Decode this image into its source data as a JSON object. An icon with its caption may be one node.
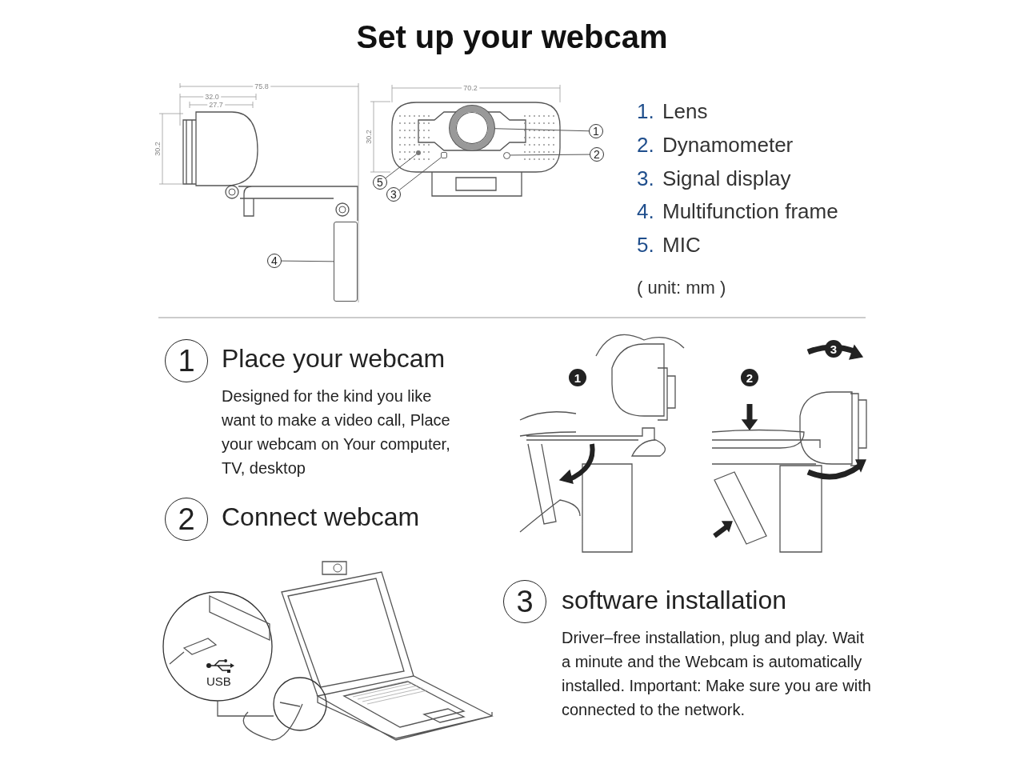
{
  "diagram": {
    "title": "Set up your webcam",
    "nodes": [
      {
        "text": [
          "1"
        ]
      },
      {
        "text": [
          "2"
        ]
      },
      {
        "text": [
          "5"
        ]
      },
      {
        "text": [
          "3"
        ]
      },
      {
        "text": [
          "4"
        ]
      },
      {
        "text": [],
        "shape": "circle"
      },
      {
        "text": [],
        "shape": "circle"
      },
      {
        "text": [],
        "shape": "circle"
      },
      {
        "text": [],
        "shape": "box"
      },
      {
        "text": [],
        "shape": "box"
      },
      {
        "text": [
          "1"
        ],
        "beside": [
          "Place your webcam",
          "Designed for the kind you like want to make a video call, Place your webcam on Your computer, TV, desktop"
        ]
      },
      {
        "text": [
          "2"
        ],
        "beside": [
          "Connect webcam"
        ]
      },
      {
        "text": [
          "1"
        ]
      },
      {
        "text": [
          "2"
        ]
      },
      {
        "text": [
          "3"
        ]
      },
      {
        "text": [
          "3"
        ],
        "beside": [
          "software installation",
          "Driver–free installation, plug and play. Wait a minute and the Webcam is automatically installed. Important: Make sure you are with connected to the network."
        ]
      }
    ],
    "edges": [
      {
        "from": 0,
        "to": 5,
        "arrow": "none"
      },
      {
        "from": 1,
        "to": 6,
        "arrow": "none"
      },
      {
        "from": 2,
        "to": 7,
        "arrow": "none"
      },
      {
        "from": 3,
        "to": 8,
        "arrow": "none"
      },
      {
        "from": 4,
        "to": 9,
        "arrow": "none"
      }
    ],
    "labels": [
      "75.8",
      "32.0",
      "27.7",
      "30.2",
      "70.2",
      "30.2",
      "1.",
      "Lens",
      "2.",
      "Dynamometer",
      "3.",
      "Signal display",
      "4.",
      "Multifunction frame",
      "5.",
      "MIC",
      "( unit: mm )",
      "USB"
    ]
  }
}
